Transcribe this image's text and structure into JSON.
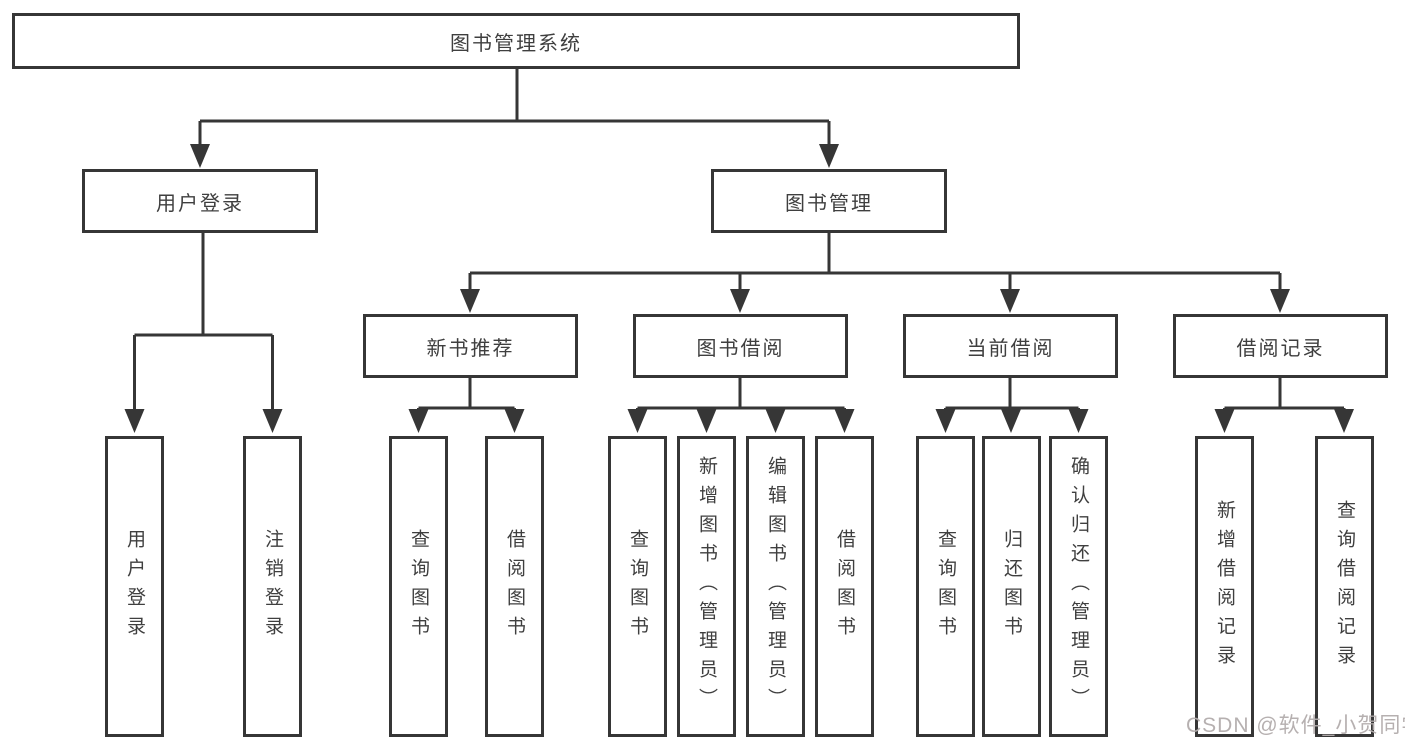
{
  "nodes": {
    "root": "图书管理系统",
    "level1": [
      "用户登录",
      "图书管理"
    ],
    "login_children": [
      "用户登录",
      "注销登录"
    ],
    "mgmt_children": [
      "新书推荐",
      "图书借阅",
      "当前借阅",
      "借阅记录"
    ],
    "recommend_leaves": [
      "查询图书",
      "借阅图书"
    ],
    "borrow_leaves": [
      "查询图书",
      "新增图书（管理员）",
      "编辑图书（管理员）",
      "借阅图书"
    ],
    "current_leaves": [
      "查询图书",
      "归还图书",
      "确认归还（管理员）"
    ],
    "record_leaves": [
      "新增借阅记录",
      "查询借阅记录"
    ]
  },
  "watermark": "CSDN @软件_小贺同学",
  "colors": {
    "line": "#363636",
    "text": "#3f3f3f",
    "watermark": "#b2acac",
    "background": "#ffffff"
  }
}
